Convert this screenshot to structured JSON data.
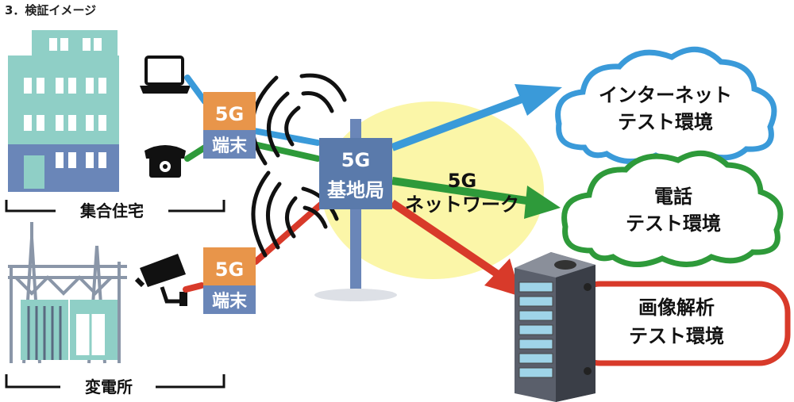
{
  "title": "3．検証イメージ",
  "sites": {
    "apartment": "集合住宅",
    "substation": "変電所"
  },
  "terminal_top": {
    "line1": "5G",
    "line2": "端末"
  },
  "terminal_bottom": {
    "line1": "5G",
    "line2": "端末"
  },
  "base_station": {
    "line1": "5G",
    "line2": "基地局"
  },
  "network": {
    "line1": "5G",
    "line2": "ネットワーク"
  },
  "clouds": {
    "internet": {
      "line1": "インターネット",
      "line2": "テスト環境"
    },
    "phone": {
      "line1": "電話",
      "line2": "テスト環境"
    }
  },
  "image_env": {
    "line1": "画像解析",
    "line2": "テスト環境"
  },
  "colors": {
    "blue_link": "#3a9ad9",
    "green_link": "#2e9a3a",
    "red_link": "#d83a2a",
    "terminal_orange": "#e8954a",
    "terminal_blue": "#6a86b8",
    "station_blue": "#5a7aab",
    "glow_yellow": "#fbf6a8",
    "building_teal": "#8fcfc6"
  }
}
